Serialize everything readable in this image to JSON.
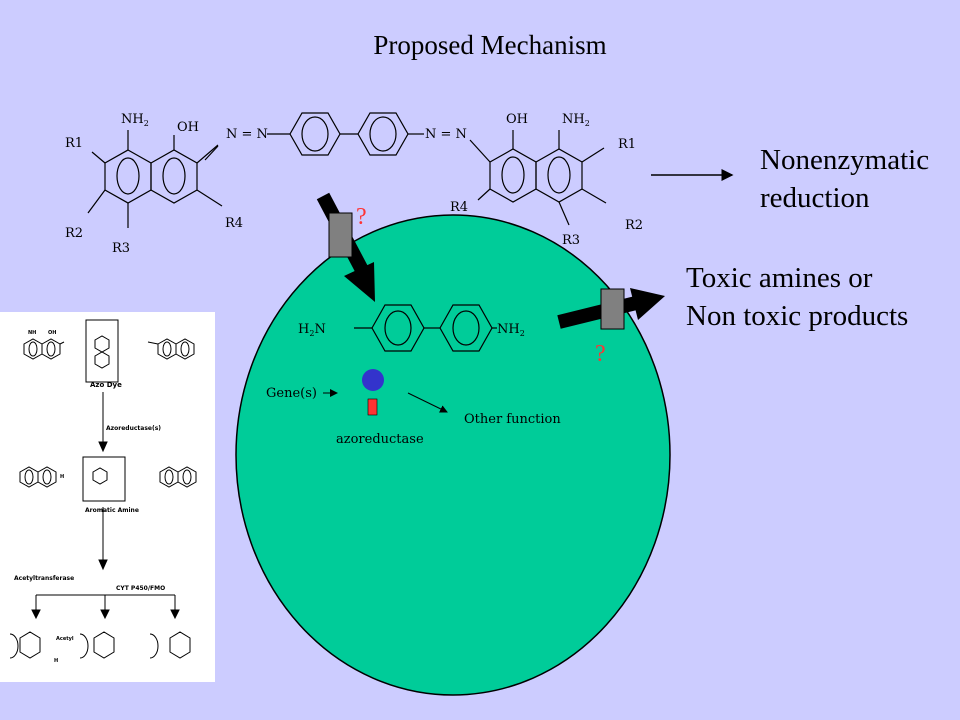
{
  "title": "Proposed Mechanism",
  "right_labels": {
    "nonenzymatic_line1": "Nonenzymatic",
    "nonenzymatic_line2": "reduction",
    "toxic_line1": "Toxic amines or",
    "toxic_line2": "Non toxic products"
  },
  "azo_dye": {
    "left": {
      "nh2": "NH",
      "oh": "OH",
      "r1": "R1",
      "r2": "R2",
      "r3": "R3",
      "r4": "R4"
    },
    "right": {
      "oh": "OH",
      "nh2": "NH",
      "r1": "R1",
      "r2": "R2",
      "r3": "R3",
      "r4": "R4"
    },
    "azo_left": "N = N",
    "azo_right": "N = N",
    "subscript_2": "2"
  },
  "cell": {
    "h2n": "H",
    "h2n_n": "N",
    "nh2": "NH",
    "genes": "Gene(s)",
    "enzyme": "azoreductase",
    "other_function": "Other function",
    "question_in": "?",
    "question_out": "?"
  },
  "inset": {
    "label_azo_dye": "Azo Dye",
    "label_azoreductase": "Azoreductase(s)",
    "label_aromatic_amine": "Aromatic Amine",
    "label_acetyltransferase": "Acetyltransferase",
    "label_cyp": "CYT P450/FMO",
    "nh2": "NH",
    "oh": "OH",
    "h2n": "H",
    "acetyl": "Acetyl",
    "h": "H"
  },
  "colors": {
    "background": "#ccccff",
    "cell": "#00cc99",
    "question": "#ff3333",
    "enzyme_dot": "#3333cc",
    "gene_bar": "#ff3333",
    "channel": "#808080"
  }
}
